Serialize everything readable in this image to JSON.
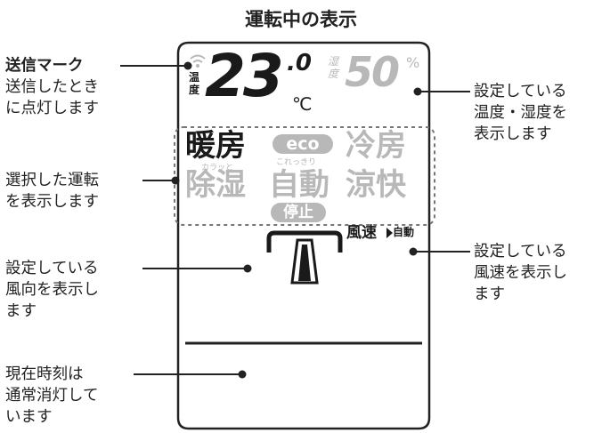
{
  "title": "運転中の表示",
  "left_annotations": {
    "send_mark": {
      "heading": "送信マーク",
      "lines": [
        "送信したとき",
        "に点灯します"
      ]
    },
    "mode_select": {
      "lines": [
        "選択した運転",
        "を表示します"
      ]
    },
    "wind_direction": {
      "lines": [
        "設定している",
        "風向を表示し",
        "ます"
      ]
    },
    "clock": {
      "lines": [
        "現在時刻は",
        "通常消灯して",
        "います"
      ]
    }
  },
  "right_annotations": {
    "temp_humidity": {
      "lines": [
        "設定している",
        "温度・湿度を",
        "表示します"
      ]
    },
    "fan_speed": {
      "lines": [
        "設定している",
        "風速を表示し",
        "ます"
      ]
    }
  },
  "display": {
    "temp_label_1": "温",
    "temp_label_2": "度",
    "temp_int": "23",
    "temp_dec": ".0",
    "temp_unit": "℃",
    "hum_label_1": "湿",
    "hum_label_2": "度",
    "hum_value": "50",
    "hum_unit": "%",
    "mode_heating": "暖房",
    "mode_eco": "eco",
    "mode_cooling": "冷房",
    "karatto": "カラッと",
    "korekkiri": "これっきり",
    "mode_dehumid": "除湿",
    "mode_auto": "自動",
    "mode_cool_breeze": "涼快",
    "mode_stop": "停止",
    "fan_label": "風速",
    "fan_value": "自動"
  },
  "colors": {
    "active": "#1a1a1a",
    "inactive": "#b8b8b8"
  }
}
